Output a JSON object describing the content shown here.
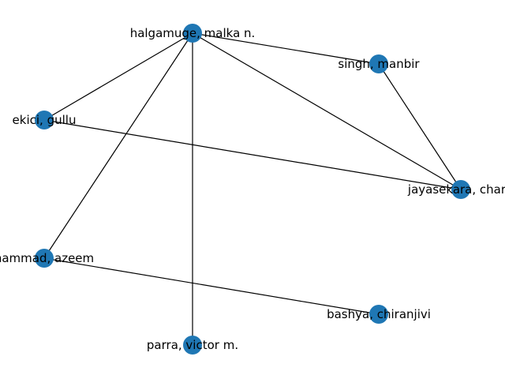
{
  "graph": {
    "node_color": "#1f77b4",
    "edge_color": "#000000",
    "nodes": [
      {
        "id": "halgamuge",
        "label": "halgamuge, malka n."
      },
      {
        "id": "singh",
        "label": "singh, manbir"
      },
      {
        "id": "ekici",
        "label": "ekici, gullu"
      },
      {
        "id": "jayasekara",
        "label": "jayasekara, charit"
      },
      {
        "id": "muhammad",
        "label": "hammad, azeem"
      },
      {
        "id": "bashya",
        "label": "bashya, chiranjivi"
      },
      {
        "id": "parra",
        "label": "parra, victor m."
      }
    ],
    "edges": [
      [
        "halgamuge",
        "singh"
      ],
      [
        "halgamuge",
        "ekici"
      ],
      [
        "halgamuge",
        "jayasekara"
      ],
      [
        "halgamuge",
        "muhammad"
      ],
      [
        "halgamuge",
        "parra"
      ],
      [
        "singh",
        "jayasekara"
      ],
      [
        "ekici",
        "jayasekara"
      ],
      [
        "muhammad",
        "bashya"
      ]
    ]
  }
}
